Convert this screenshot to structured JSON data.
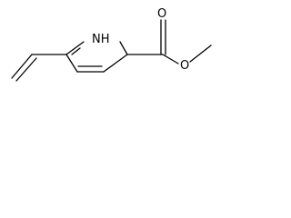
{
  "molecule": {
    "atoms": {
      "nh": "NH",
      "carbonyl_oxygen": "O",
      "ester_oxygen": "O"
    }
  },
  "colors": {
    "background": "#ffffff",
    "ink": "#000000"
  }
}
